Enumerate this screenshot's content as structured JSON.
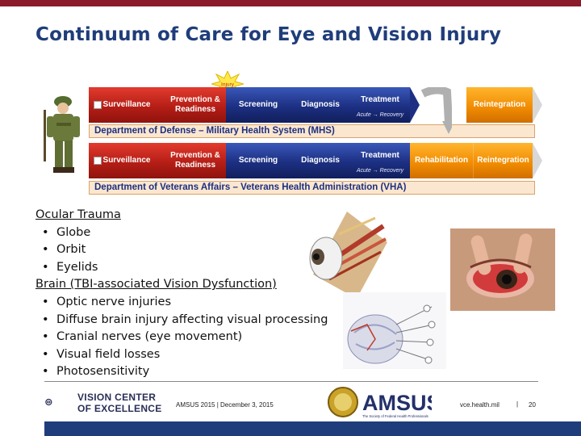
{
  "title": "Continuum of Care for Eye and Vision Injury",
  "pipeline": {
    "injury_label": "Injury",
    "rows": [
      {
        "segments": [
          "Surveillance",
          "Prevention & Readiness",
          "Screening",
          "Diagnosis",
          "Treatment",
          "",
          "Reintegration"
        ],
        "treatment_sub": "Acute → Recovery",
        "department": "Department of Defense – Military Health System (MHS)"
      },
      {
        "segments": [
          "Surveillance",
          "Prevention & Readiness",
          "Screening",
          "Diagnosis",
          "Treatment",
          "Rehabilitation",
          "Reintegration"
        ],
        "treatment_sub": "Acute → Recovery",
        "department": "Department of Veterans Affairs – Veterans Health Administration (VHA)"
      }
    ]
  },
  "content": {
    "ocular_heading": "Ocular Trauma",
    "ocular_items": [
      "Globe",
      "Orbit",
      "Eyelids"
    ],
    "brain_heading": "Brain (TBI-associated Vision Dysfunction)",
    "brain_items": [
      "Optic nerve injuries",
      "Diffuse brain injury affecting visual processing",
      "Cranial nerves (eye movement)",
      "Visual field losses",
      "Photosensitivity"
    ]
  },
  "footer": {
    "vce_line1": "VISION CENTER",
    "vce_line2": "OF EXCELLENCE",
    "event": "AMSUS 2015 | December 3, 2015",
    "amsus_name": "AMSUS",
    "amsus_tagline": "The Society of Federal Health Professionals",
    "site": "vce.health.mil",
    "separator": "|",
    "page": "20"
  },
  "colors": {
    "title": "#1f3d7a",
    "top_bar": "#8b1a2b",
    "stage_red": "#c4241a",
    "stage_blue": "#1c2f82",
    "stage_orange": "#f08a00",
    "footer_bar": "#1f3d7a"
  }
}
